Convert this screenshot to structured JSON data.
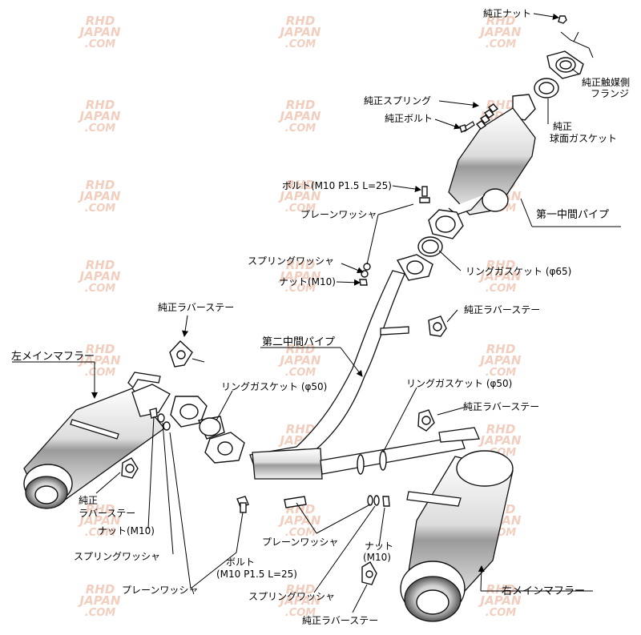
{
  "watermark": {
    "line1": "RHD",
    "line2": "JAPAN",
    "line3": ".COM"
  },
  "labels": {
    "oem_nut": "純正ナット",
    "oem_catalyst_flange_1": "純正触媒側",
    "oem_catalyst_flange_2": "フランジ",
    "oem_spring": "純正スプリング",
    "oem_bolt": "純正ボルト",
    "oem_spherical_gasket_1": "純正",
    "oem_spherical_gasket_2": "球面ガスケット",
    "bolt_top": "ボルト(M10 P1.5 L=25)",
    "plain_washer_top": "プレーンワッシャ",
    "first_mid_pipe": "第一中間パイプ",
    "spring_washer_top": "スプリングワッシャ",
    "nut_top": "ナット(M10)",
    "ring_gasket_65": "リングガスケット (φ65)",
    "oem_rubber_stay_mid": "純正ラバーステー",
    "oem_rubber_stay_left": "純正ラバーステー",
    "second_mid_pipe": "第二中間パイプ",
    "left_main_muffler": "左メインマフラー",
    "ring_gasket_50_left": "リングガスケット (φ50)",
    "ring_gasket_50_right": "リングガスケット (φ50)",
    "oem_rubber_stay_right": "純正ラバーステー",
    "oem_rubber_stay_lower_left_1": "純正",
    "oem_rubber_stay_lower_left_2": "ラバーステー",
    "nut_left": "ナット(M10)",
    "spring_washer_left": "スプリングワッシャ",
    "plain_washer_left": "プレーンワッシャ",
    "bolt_bottom_1": "ボルト",
    "bolt_bottom_2": "(M10 P1.5 L=25)",
    "plain_washer_bottom": "プレーンワッシャ",
    "nut_right_1": "ナット",
    "nut_right_2": "(M10)",
    "spring_washer_bottom": "スプリングワッシャ",
    "right_main_muffler": "右メインマフラー",
    "oem_rubber_stay_bottom": "純正ラバーステー"
  }
}
